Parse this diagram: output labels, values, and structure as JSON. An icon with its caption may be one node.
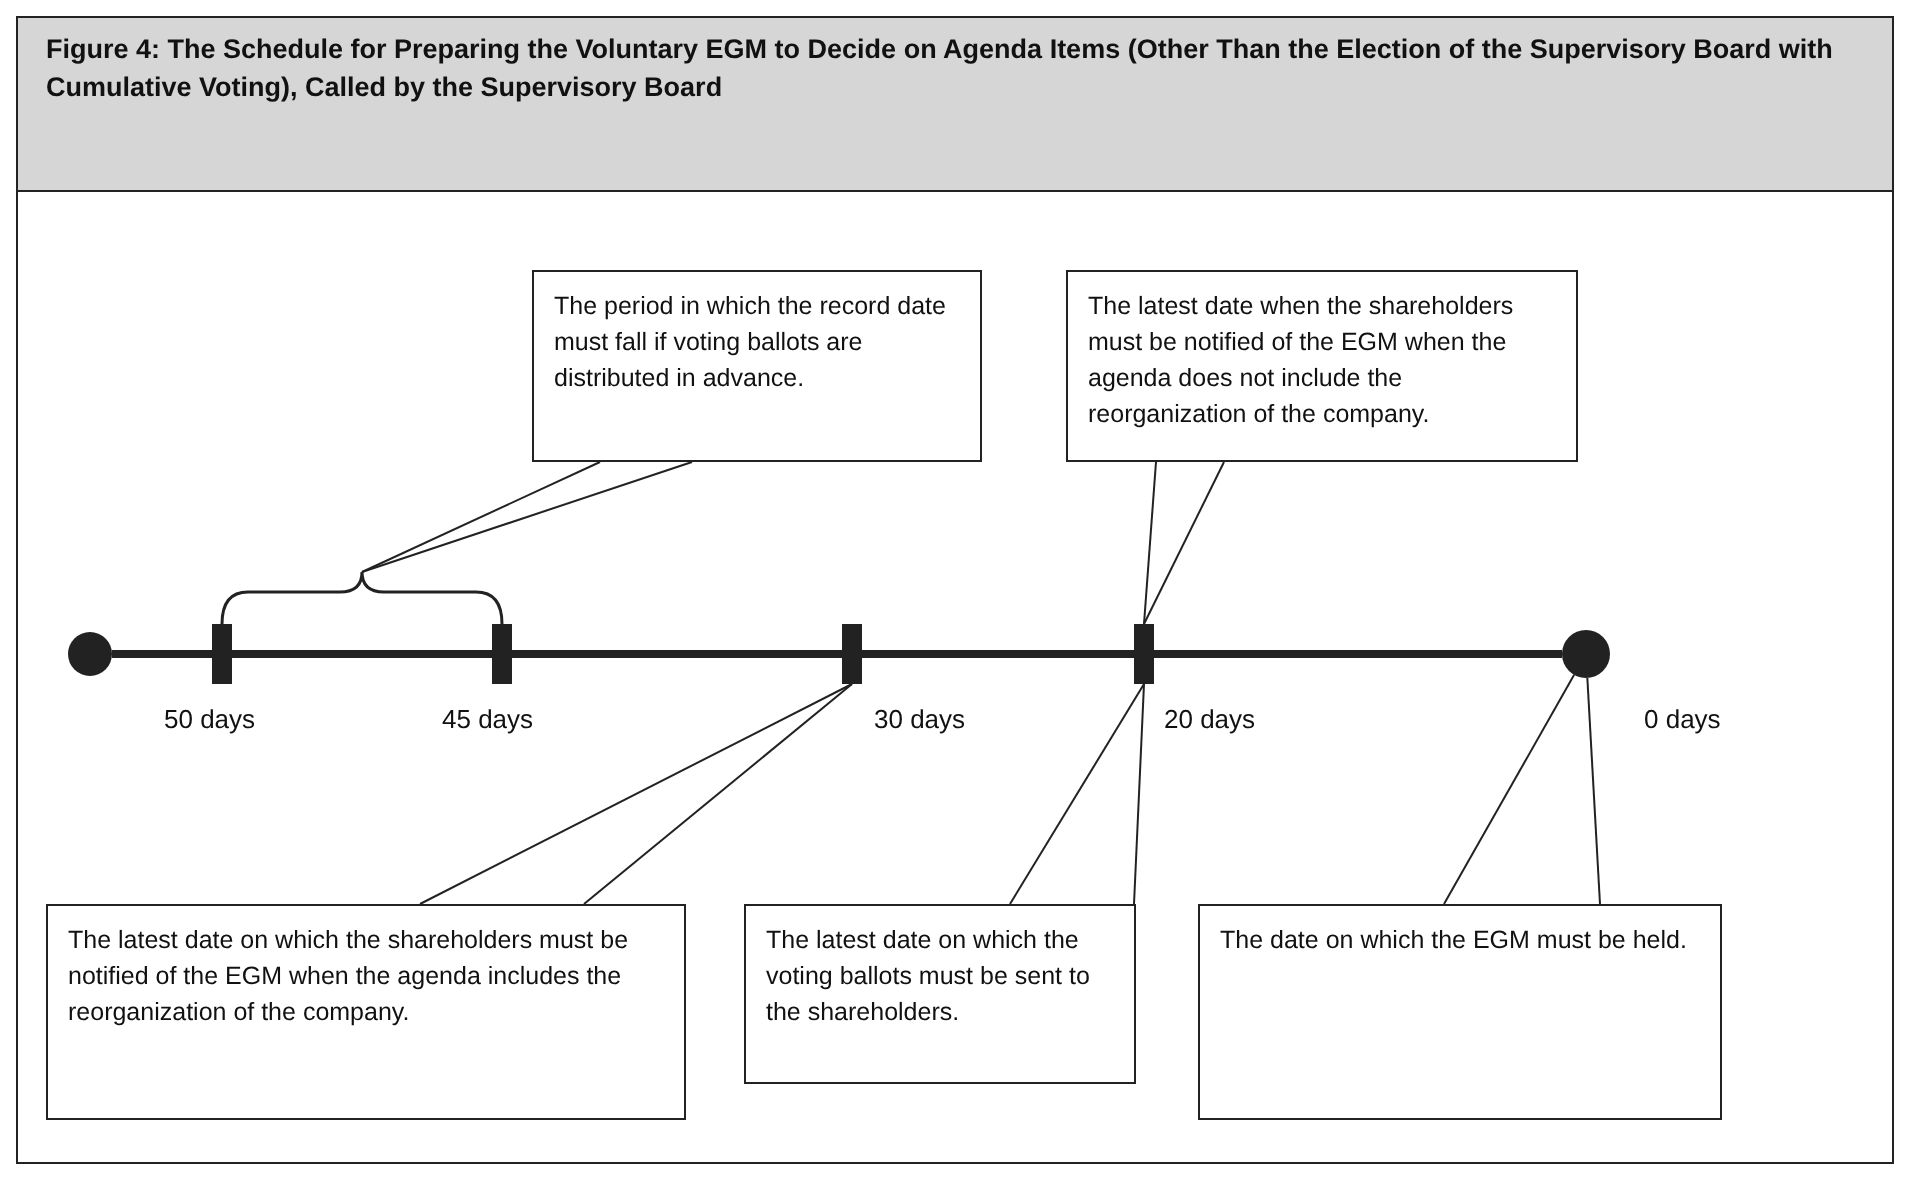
{
  "diagram": {
    "title": "Figure 4: The Schedule for Preparing the Voluntary EGM to Decide on Agenda Items (Other Than the Election of the Supervisory Board with Cumulative Voting), Called by the Supervisory Board",
    "nodes": [
      {
        "text": [],
        "shape": "circle"
      },
      {
        "text": [],
        "shape": "bar",
        "beside": [
          "50 days"
        ]
      },
      {
        "text": [],
        "shape": "bar",
        "beside": [
          "45 days"
        ]
      },
      {
        "text": [],
        "shape": "bar",
        "beside": [
          "30 days"
        ]
      },
      {
        "text": [],
        "shape": "bar",
        "beside": [
          "20 days"
        ]
      },
      {
        "text": [],
        "shape": "circle",
        "beside": [
          "0 days"
        ]
      },
      {
        "text": [],
        "shape": "bracket"
      },
      {
        "text": [
          "The period in which the record date must fall if voting ballots are distributed in advance."
        ]
      },
      {
        "text": [
          "The latest date when the shareholders must be notified of the EGM when the agenda does not include the reorganization of the company."
        ]
      },
      {
        "text": [
          "The latest date on which the shareholders must be notified of the EGM when the agenda includes the reorganization of the company."
        ]
      },
      {
        "text": [
          "The latest date on which the voting ballots must be sent to the shareholders."
        ]
      },
      {
        "text": [
          "The date on which the EGM must be held."
        ]
      }
    ],
    "edges": [
      {
        "from": 0,
        "to": 1,
        "arrow": "none",
        "style": "thick"
      },
      {
        "from": 1,
        "to": 2,
        "arrow": "none",
        "style": "thick"
      },
      {
        "from": 2,
        "to": 3,
        "arrow": "none",
        "style": "thick"
      },
      {
        "from": 3,
        "to": 4,
        "arrow": "none",
        "style": "thick"
      },
      {
        "from": 4,
        "to": 5,
        "arrow": "none",
        "style": "thick"
      },
      {
        "from": 7,
        "to": 6,
        "arrow": "none"
      },
      {
        "from": 7,
        "to": 6,
        "arrow": "none"
      },
      {
        "from": 8,
        "to": 4,
        "arrow": "none"
      },
      {
        "from": 8,
        "to": 4,
        "arrow": "none"
      },
      {
        "from": 9,
        "to": 3,
        "arrow": "none"
      },
      {
        "from": 9,
        "to": 3,
        "arrow": "none"
      },
      {
        "from": 10,
        "to": 4,
        "arrow": "none"
      },
      {
        "from": 10,
        "to": 4,
        "arrow": "none"
      },
      {
        "from": 11,
        "to": 5,
        "arrow": "none"
      },
      {
        "from": 11,
        "to": 5,
        "arrow": "none"
      }
    ]
  }
}
